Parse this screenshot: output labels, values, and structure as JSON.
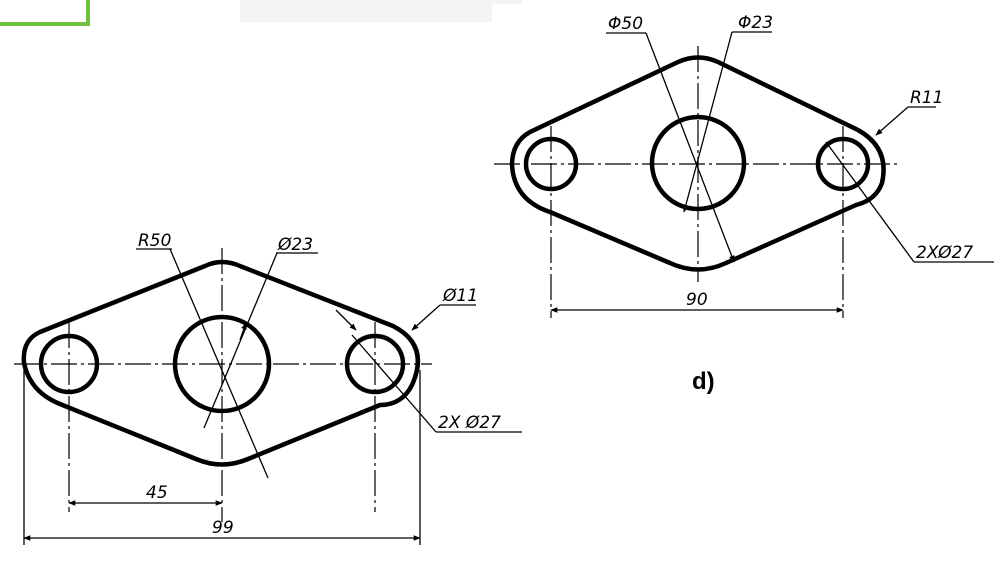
{
  "left_drawing": {
    "labels": {
      "r50": "R50",
      "d23": "Ø23",
      "d11": "Ø11",
      "two_x_d27": "2X Ø27",
      "dim45": "45",
      "dim99": "99"
    }
  },
  "right_drawing": {
    "labels": {
      "d50": "Φ50",
      "d23": "Φ23",
      "r11": "R11",
      "two_x_d27": "2XØ27",
      "dim90": "90"
    },
    "caption": "d)"
  },
  "colors": {
    "accent_green": "#6cc33a",
    "line": "#000000"
  }
}
